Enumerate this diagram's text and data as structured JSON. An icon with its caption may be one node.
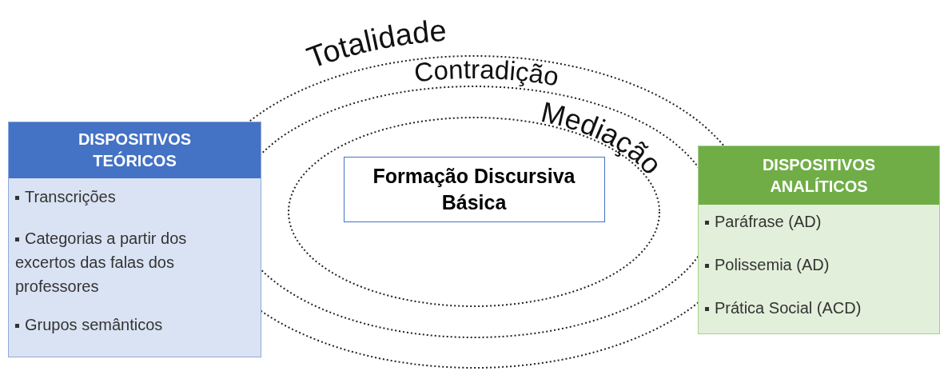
{
  "diagram": {
    "nodes": [
      {
        "text": [
          "Totalidade"
        ]
      },
      {
        "text": [
          "Contradição"
        ],
        "in": 0
      },
      {
        "text": [
          "Mediação"
        ],
        "in": 1
      },
      {
        "text": [
          "Formação Discursiva Básica"
        ],
        "in": 2
      },
      {
        "text": [
          "DISPOSITIVOS TEÓRICOS",
          "Transcrições",
          "Categorias a partir dos excertos das falas dos professores",
          "Grupos semânticos"
        ]
      },
      {
        "text": [
          "DISPOSITIVOS ANALÍTICOS",
          "Paráfrase (AD)",
          "Polissemia (AD)",
          "Prática Social (ACD)"
        ]
      }
    ]
  }
}
